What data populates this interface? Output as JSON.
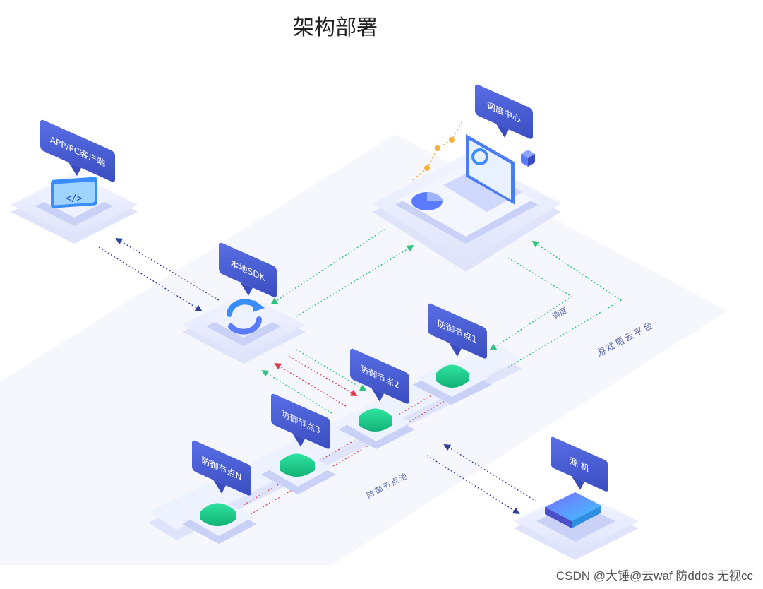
{
  "title": "架构部署",
  "labels": {
    "client": "APP/PC客户端",
    "sdk": "本地SDK",
    "dispatch": "调度中心",
    "node1": "防御节点1",
    "node2": "防御节点2",
    "node3": "防御节点3",
    "nodeN": "防御节点N",
    "origin": "源 机"
  },
  "annotations": {
    "dispatch_link": "调度",
    "cloud_platform": "游戏盾云平台",
    "node_pool": "防御节点池"
  },
  "watermark": "CSDN @大锤@云waf 防ddos 无视cc",
  "colors": {
    "label_bg": "#4a5fd6",
    "shield": "#1fcf8f",
    "link_blue": "#2f3f9f",
    "link_green": "#2fc37f",
    "link_red": "#e0394a"
  }
}
